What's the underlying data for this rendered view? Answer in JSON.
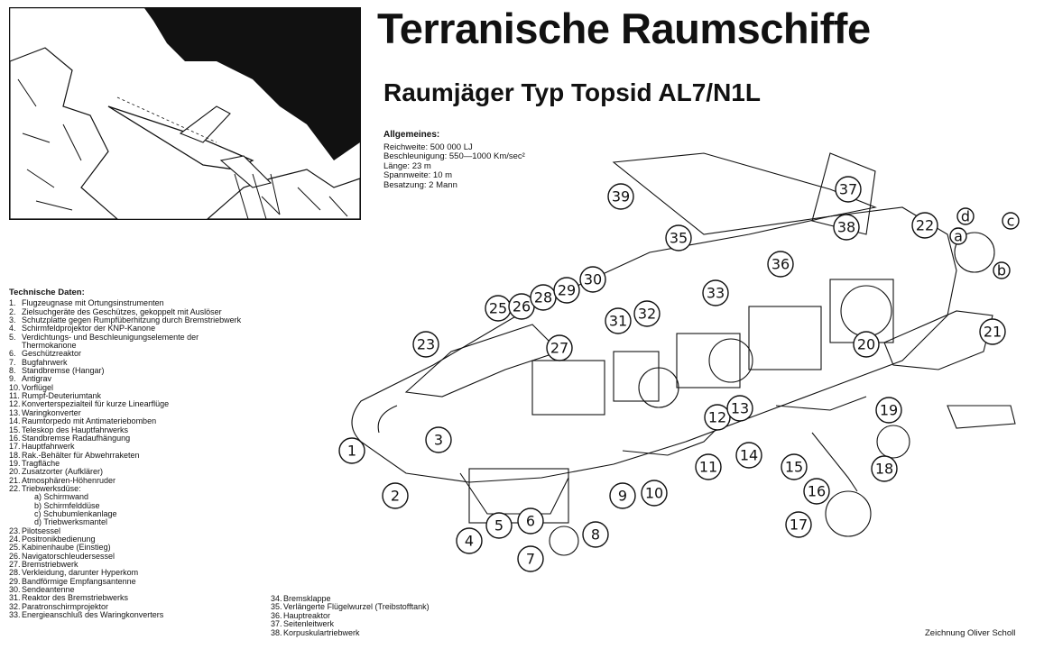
{
  "header": {
    "title": "Terranische Raumschiffe",
    "subtitle": "Raumjäger Typ Topsid AL7/N1L"
  },
  "general": {
    "heading": "Allgemeines:",
    "lines": [
      "Reichweite: 500 000 LJ",
      "Beschleunigung: 550—1000 Km/sec²",
      "Länge: 23 m",
      "Spannweite: 10 m",
      "Besatzung: 2 Mann"
    ]
  },
  "tech": {
    "heading": "Technische Daten:",
    "items": [
      {
        "num": "1.",
        "text": "Flugzeugnase mit Ortungsinstrumenten"
      },
      {
        "num": "2.",
        "text": "Zielsuchgeräte des Geschützes, gekoppelt mit Auslöser"
      },
      {
        "num": "3.",
        "text": "Schutzplatte gegen Rumpfüberhitzung durch Bremstriebwerk"
      },
      {
        "num": "4.",
        "text": "Schirmfeldprojektor der KNP-Kanone"
      },
      {
        "num": "5.",
        "text": "Verdichtungs- und Beschleunigungselemente der Thermokanone"
      },
      {
        "num": "6.",
        "text": "Geschützreaktor"
      },
      {
        "num": "7.",
        "text": "Bugfahrwerk"
      },
      {
        "num": "8.",
        "text": "Standbremse (Hangar)"
      },
      {
        "num": "9.",
        "text": "Antigrav"
      },
      {
        "num": "10.",
        "text": "Vorflügel"
      },
      {
        "num": "11.",
        "text": "Rumpf-Deuteriumtank"
      },
      {
        "num": "12.",
        "text": "Konverterspezialteil für kurze Linearflüge"
      },
      {
        "num": "13.",
        "text": "Waringkonverter"
      },
      {
        "num": "14.",
        "text": "Raumtorpedo mit Antimateriebomben"
      },
      {
        "num": "15.",
        "text": "Teleskop des Hauptfahrwerks"
      },
      {
        "num": "16.",
        "text": "Standbremse Radaufhängung"
      },
      {
        "num": "17.",
        "text": "Hauptfahrwerk"
      },
      {
        "num": "18.",
        "text": "Rak.-Behälter für Abwehrraketen"
      },
      {
        "num": "19.",
        "text": "Tragfläche"
      },
      {
        "num": "20.",
        "text": "Zusatzorter (Aufklärer)"
      },
      {
        "num": "21.",
        "text": "Atmosphären-Höhenruder"
      },
      {
        "num": "22.",
        "text": "Triebwerksdüse:"
      },
      {
        "num": "",
        "text": "a) Schirmwand",
        "sub": true
      },
      {
        "num": "",
        "text": "b) Schirmfelddüse",
        "sub": true
      },
      {
        "num": "",
        "text": "c) Schubumlenkanlage",
        "sub": true
      },
      {
        "num": "",
        "text": "d) Triebwerksmantel",
        "sub": true
      },
      {
        "num": "23.",
        "text": "Pilotsessel"
      },
      {
        "num": "24.",
        "text": "Positronikbedienung"
      },
      {
        "num": "25.",
        "text": "Kabinenhaube (Einstieg)"
      },
      {
        "num": "26.",
        "text": "Navigatorschleudersessel"
      },
      {
        "num": "27.",
        "text": "Bremstriebwerk"
      },
      {
        "num": "28.",
        "text": "Verkleidung, darunter Hyperkom"
      },
      {
        "num": "29.",
        "text": "Bandförmige Empfangsantenne"
      },
      {
        "num": "30.",
        "text": "Sendeantenne"
      },
      {
        "num": "31.",
        "text": "Reaktor des Bremstriebwerks"
      },
      {
        "num": "32.",
        "text": "Paratronschirmprojektor"
      },
      {
        "num": "33.",
        "text": "Energieanschluß des Waringkonverters"
      }
    ]
  },
  "extra_items": [
    {
      "num": "34.",
      "text": "Bremsklappe"
    },
    {
      "num": "35.",
      "text": "Verlängerte Flügelwurzel (Treibstofftank)"
    },
    {
      "num": "36.",
      "text": "Hauptreaktor"
    },
    {
      "num": "37.",
      "text": "Seitenleitwerk"
    },
    {
      "num": "38.",
      "text": "Korpuskulartriebwerk"
    }
  ],
  "credit": "Zeichnung Oliver Scholl",
  "callouts": [
    "1",
    "2",
    "3",
    "4",
    "5",
    "6",
    "7",
    "8",
    "9",
    "10",
    "11",
    "12",
    "13",
    "14",
    "15",
    "16",
    "17",
    "18",
    "19",
    "20",
    "21",
    "22",
    "23",
    "25",
    "26",
    "27",
    "28",
    "29",
    "30",
    "31",
    "32",
    "33",
    "35",
    "36",
    "37",
    "38",
    "39",
    "a",
    "b",
    "c",
    "d"
  ]
}
